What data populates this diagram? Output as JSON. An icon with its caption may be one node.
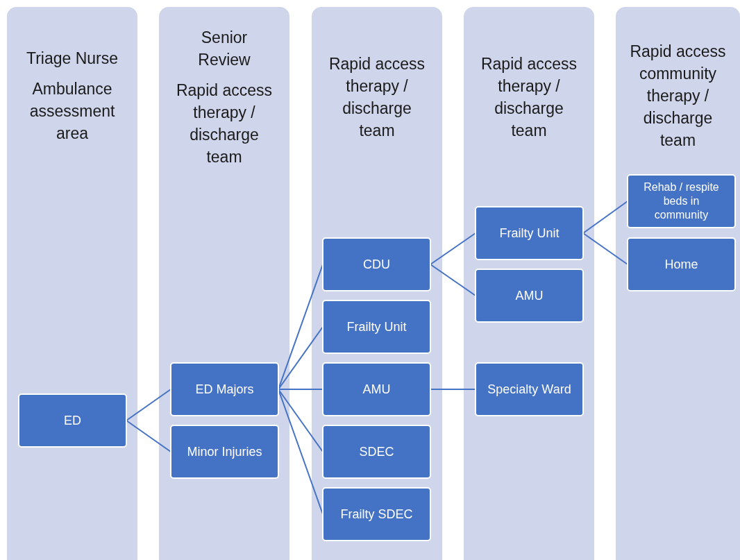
{
  "diagram": {
    "nodes": [
      {
        "text": [
          "Triage Nurse",
          "Ambulance assessment area"
        ]
      },
      {
        "text": [
          "Senior Review",
          "Rapid access therapy / discharge team"
        ]
      },
      {
        "text": [
          "Rapid access therapy / discharge team"
        ]
      },
      {
        "text": [
          "Rapid access therapy / discharge team"
        ]
      },
      {
        "text": [
          "Rapid access community therapy / discharge team"
        ]
      },
      {
        "text": [
          "ED"
        ],
        "in": 0
      },
      {
        "text": [
          "ED Majors"
        ],
        "in": 1
      },
      {
        "text": [
          "Minor Injuries"
        ],
        "in": 1
      },
      {
        "text": [
          "CDU"
        ],
        "in": 2
      },
      {
        "text": [
          "Frailty Unit"
        ],
        "in": 2
      },
      {
        "text": [
          "AMU"
        ],
        "in": 2
      },
      {
        "text": [
          "SDEC"
        ],
        "in": 2
      },
      {
        "text": [
          "Frailty SDEC"
        ],
        "in": 2
      },
      {
        "text": [
          "Frailty Unit"
        ],
        "in": 3
      },
      {
        "text": [
          "AMU"
        ],
        "in": 3
      },
      {
        "text": [
          "Specialty Ward"
        ],
        "in": 3
      },
      {
        "text": [
          "Rehab / respite beds in community"
        ],
        "in": 4
      },
      {
        "text": [
          "Home"
        ],
        "in": 4
      }
    ],
    "edges": [
      {
        "from": 5,
        "to": 6,
        "arrow": "none"
      },
      {
        "from": 5,
        "to": 7,
        "arrow": "none"
      },
      {
        "from": 6,
        "to": 8,
        "arrow": "none"
      },
      {
        "from": 6,
        "to": 9,
        "arrow": "none"
      },
      {
        "from": 6,
        "to": 10,
        "arrow": "none"
      },
      {
        "from": 6,
        "to": 11,
        "arrow": "none"
      },
      {
        "from": 6,
        "to": 12,
        "arrow": "none"
      },
      {
        "from": 8,
        "to": 13,
        "arrow": "none"
      },
      {
        "from": 8,
        "to": 14,
        "arrow": "none"
      },
      {
        "from": 10,
        "to": 15,
        "arrow": "none"
      },
      {
        "from": 13,
        "to": 16,
        "arrow": "none"
      },
      {
        "from": 13,
        "to": 17,
        "arrow": "none"
      }
    ]
  }
}
